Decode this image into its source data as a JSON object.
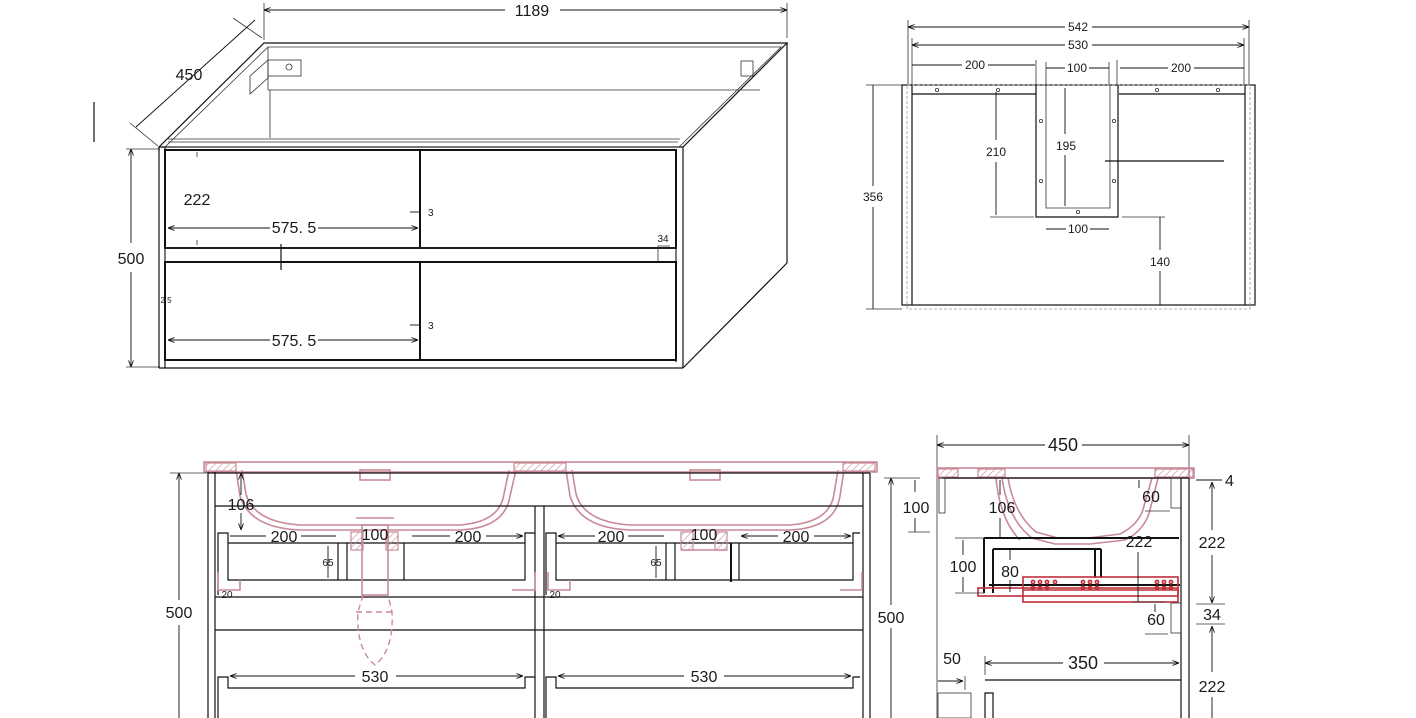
{
  "drawing": {
    "description": "Technical drawing of a 1189 mm wall-hung double vanity cabinet with twin basins",
    "colors": {
      "lines": "#111111",
      "basin": "#c98a98",
      "drawer_runner": "#c0303a",
      "background": "#ffffff"
    }
  },
  "iso_view": {
    "width": "1189",
    "depth": "450",
    "height": "500",
    "drawer_height": "222",
    "drawer_width_top": "575. 5",
    "drawer_width_bottom": "575. 5",
    "gap_top": "3",
    "gap_bottom": "3",
    "rail": "34",
    "side_offset": "2 5"
  },
  "back_view": {
    "overall_width": "542",
    "inner_width": "530",
    "left_span": "200",
    "cutout_top": "100",
    "right_span": "200",
    "cutout_depth_outer": "210",
    "cutout_depth_inner": "195",
    "cutout_bottom": "100",
    "height": "356",
    "lower_height": "140"
  },
  "front_section": {
    "left": {
      "basin_depth": "106",
      "span_left": "200",
      "drain": "100",
      "span_right": "200",
      "notch": "65",
      "runner": "20",
      "drawer_inner": "530"
    },
    "right": {
      "span_left": "200",
      "drain": "100",
      "span_right": "200",
      "notch": "65",
      "runner": "20",
      "drawer_inner": "530"
    },
    "height_left": "500",
    "height_right": "500",
    "top_offset": "100"
  },
  "side_section": {
    "depth": "450",
    "top_thickness": "4",
    "upper_drawer": "222",
    "rail": "34",
    "lower_drawer": "222",
    "basin_depth": "106",
    "rear_gap": "60",
    "inner_height": "222",
    "notch_height": "100",
    "notch_depth": "80",
    "runner_gap": "60",
    "back_offset": "50",
    "drawer_depth": "350"
  }
}
